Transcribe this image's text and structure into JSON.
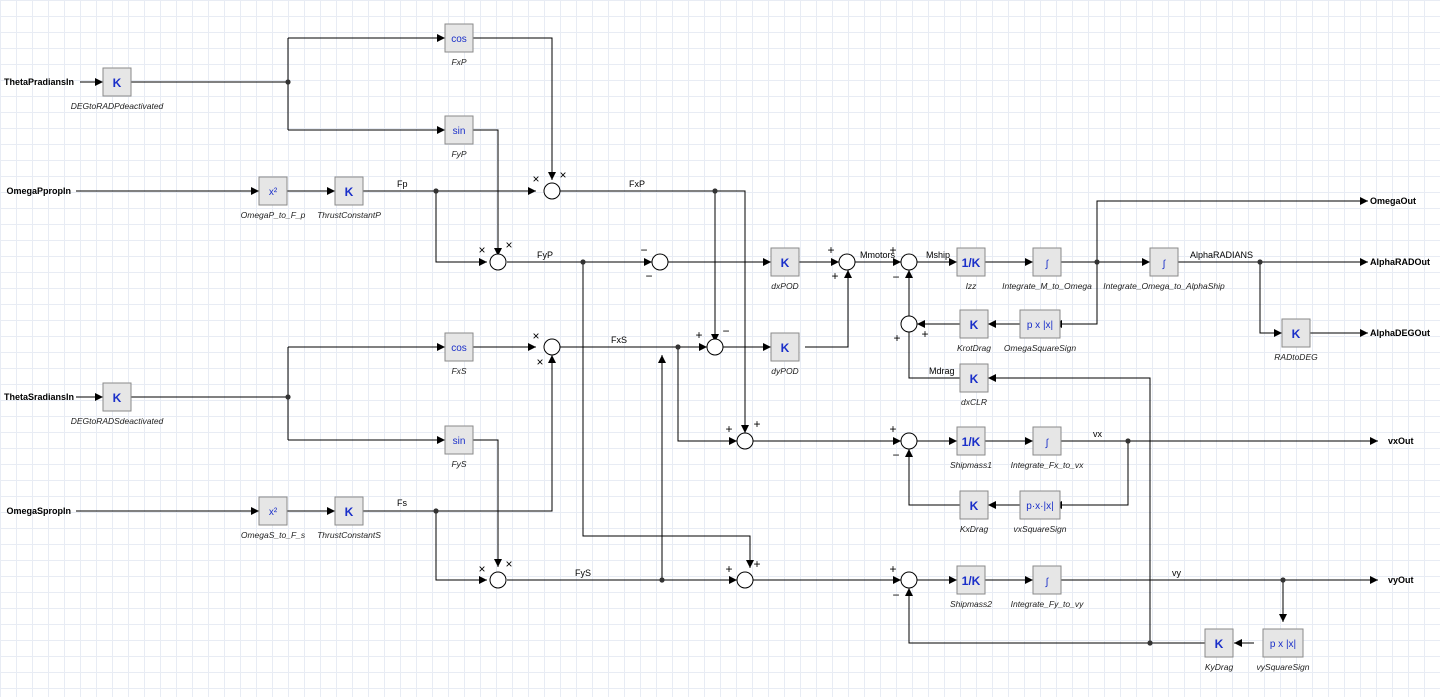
{
  "inputs": [
    {
      "id": "thetaP",
      "label": "ThetaPradiansIn"
    },
    {
      "id": "omegaP",
      "label": "OmegaPpropIn"
    },
    {
      "id": "thetaS",
      "label": "ThetaSradiansIn"
    },
    {
      "id": "omegaS",
      "label": "OmegaSpropIn"
    }
  ],
  "outputs": [
    {
      "id": "omegaOut",
      "label": "OmegaOut"
    },
    {
      "id": "alphaRad",
      "label": "AlphaRADOut"
    },
    {
      "id": "alphaDeg",
      "label": "AlphaDEGOut"
    },
    {
      "id": "vxOut",
      "label": "vxOut"
    },
    {
      "id": "vyOut",
      "label": "vyOut"
    }
  ],
  "blocks": [
    {
      "id": "degP",
      "glyph": "K",
      "label": "DEGtoRADPdeactivated"
    },
    {
      "id": "cosP",
      "glyph": "cos",
      "label": "FxP"
    },
    {
      "id": "sinP",
      "glyph": "sin",
      "label": "FyP"
    },
    {
      "id": "sqP",
      "glyph": "x²",
      "label": "OmegaP_to_F_p"
    },
    {
      "id": "tcP",
      "glyph": "K",
      "label": "ThrustConstantP"
    },
    {
      "id": "degS",
      "glyph": "K",
      "label": "DEGtoRADSdeactivated"
    },
    {
      "id": "cosS",
      "glyph": "cos",
      "label": "FxS"
    },
    {
      "id": "sinS",
      "glyph": "sin",
      "label": "FyS"
    },
    {
      "id": "sqS",
      "glyph": "x²",
      "label": "OmegaS_to_F_s"
    },
    {
      "id": "tcS",
      "glyph": "K",
      "label": "ThrustConstantS"
    },
    {
      "id": "dxpod",
      "glyph": "K",
      "label": "dxPOD"
    },
    {
      "id": "dypod",
      "glyph": "K",
      "label": "dyPOD"
    },
    {
      "id": "izz",
      "glyph": "1/K",
      "label": "Izz"
    },
    {
      "id": "intM",
      "glyph": "∫",
      "label": "Integrate_M_to_Omega"
    },
    {
      "id": "intO",
      "glyph": "∫",
      "label": "Integrate_Omega_to_AlphaShip"
    },
    {
      "id": "rad2deg",
      "glyph": "K",
      "label": "RADtoDEG"
    },
    {
      "id": "krot",
      "glyph": "K",
      "label": "KrotDrag"
    },
    {
      "id": "osq",
      "glyph": "p x |x|",
      "label": "OmegaSquareSign"
    },
    {
      "id": "dxclr",
      "glyph": "K",
      "label": "dxCLR"
    },
    {
      "id": "m1",
      "glyph": "1/K",
      "label": "Shipmass1"
    },
    {
      "id": "intFx",
      "glyph": "∫",
      "label": "Integrate_Fx_to_vx"
    },
    {
      "id": "kx",
      "glyph": "K",
      "label": "KxDrag"
    },
    {
      "id": "vxsq",
      "glyph": "p·x·|x|",
      "label": "vxSquareSign"
    },
    {
      "id": "m2",
      "glyph": "1/K",
      "label": "Shipmass2"
    },
    {
      "id": "intFy",
      "glyph": "∫",
      "label": "Integrate_Fy_to_vy"
    },
    {
      "id": "ky",
      "glyph": "K",
      "label": "KyDrag"
    },
    {
      "id": "vysq",
      "glyph": "p x |x|",
      "label": "vySquareSign"
    }
  ],
  "signals": [
    {
      "id": "Fp",
      "label": "Fp"
    },
    {
      "id": "FxP",
      "label": "FxP"
    },
    {
      "id": "FyP",
      "label": "FyP"
    },
    {
      "id": "FxS",
      "label": "FxS"
    },
    {
      "id": "Fs",
      "label": "Fs"
    },
    {
      "id": "FyS",
      "label": "FyS"
    },
    {
      "id": "Mmotors",
      "label": "Mmotors"
    },
    {
      "id": "Mship",
      "label": "Mship"
    },
    {
      "id": "Mdrag",
      "label": "Mdrag"
    },
    {
      "id": "Alpha",
      "label": "AlphaRADIANS"
    },
    {
      "id": "vx",
      "label": "vx"
    },
    {
      "id": "vy",
      "label": "vy"
    }
  ],
  "sign_glyphs": {
    "times": "×",
    "plus": "+",
    "minus": "−"
  }
}
